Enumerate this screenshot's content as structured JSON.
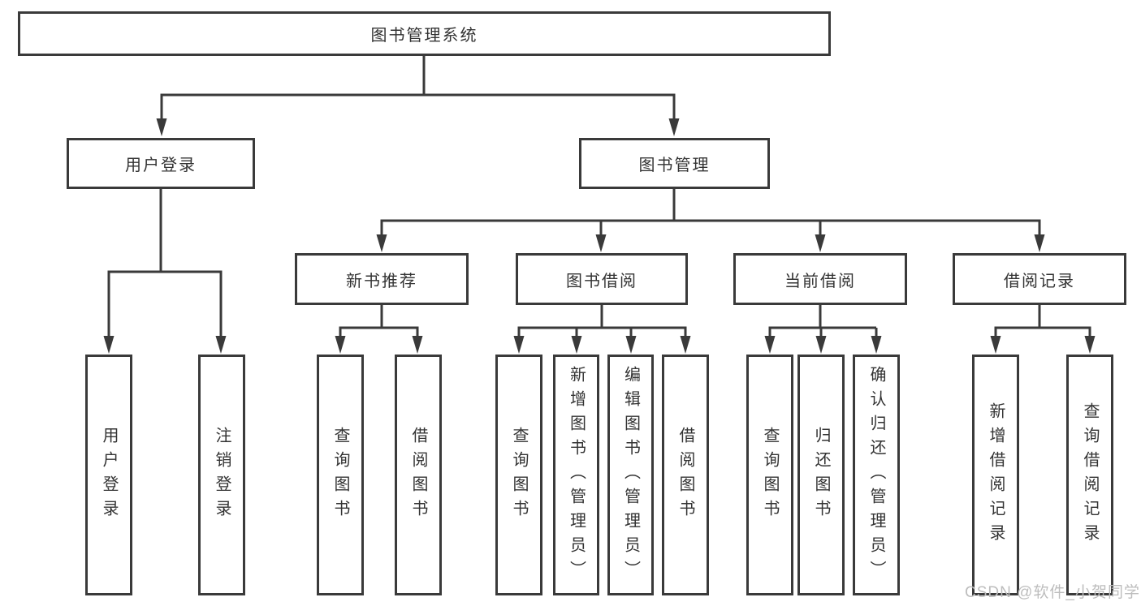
{
  "colors": {
    "background": "#ffffff",
    "line": "#3a3a3a",
    "node_border": "#3a3a3a",
    "node_fill": "#ffffff",
    "text": "#333333",
    "watermark": "#bdbdbd"
  },
  "tree": {
    "root": "图书管理系统",
    "branches": [
      {
        "label": "用户登录",
        "children": [
          "用户登录",
          "注销登录"
        ]
      },
      {
        "label": "图书管理",
        "groups": [
          {
            "label": "新书推荐",
            "children": [
              "查询图书",
              "借阅图书"
            ]
          },
          {
            "label": "图书借阅",
            "children": [
              "查询图书",
              "新增图书（管理员）",
              "编辑图书（管理员）",
              "借阅图书"
            ]
          },
          {
            "label": "当前借阅",
            "children": [
              "查询图书",
              "归还图书",
              "确认归还（管理员）"
            ]
          },
          {
            "label": "借阅记录",
            "children": [
              "新增借阅记录",
              "查询借阅记录"
            ]
          }
        ]
      }
    ]
  },
  "watermark": "CSDN @软件_小贺同学"
}
